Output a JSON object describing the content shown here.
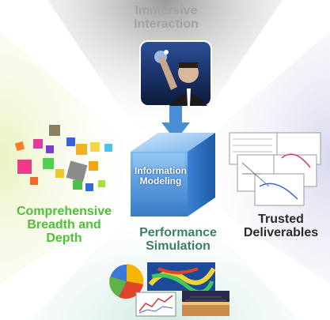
{
  "labels": {
    "immersive": "Immersive\nInteraction",
    "comprehensive": "Comprehensive\nBreadth and\nDepth",
    "trusted": "Trusted\nDeliverables",
    "performance": "Performance\nSimulation",
    "cube": "Information\nModeling"
  },
  "colors": {
    "immersive": "#a3a3a3",
    "comprehensive": "#4fbf3a",
    "trusted": "#2a2a2a",
    "performance": "#3f7d6a",
    "cube_front": "#4f9be4",
    "arrow": "#4a8fd6"
  },
  "icons": {
    "immersive": "person-touching-screen-photo",
    "comprehensive": "scattered-colored-blocks",
    "trusted": "engineering-drawing-sheets",
    "performance": "simulation-results-images"
  }
}
